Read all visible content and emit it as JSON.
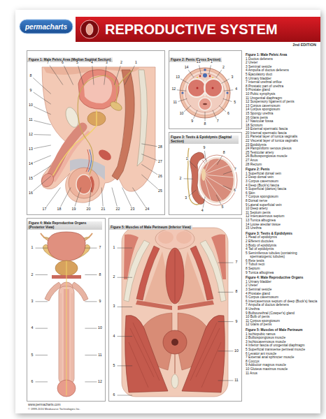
{
  "diagram": {
    "title": "REPRODUCTIVE SYSTEM",
    "nodes": [
      {
        "text": [
          "Figure 1: Male Pelvic Area (Median Sagittal Section)"
        ]
      },
      {
        "text": [
          "Figure 2: Penis (Cross Section)"
        ]
      },
      {
        "text": [
          "Figure 3: Testis & Epididymis (Sagittal Section)"
        ]
      },
      {
        "text": [
          "Figure 4: Male Reproductive Organs (Posterior View)"
        ]
      },
      {
        "text": [
          "Figure 5: Muscles of Male Perineum (Inferior View)"
        ]
      }
    ],
    "labels": [
      "permacharts",
      "2nd EDITION",
      "1",
      "2",
      "3",
      "4",
      "5",
      "6",
      "7",
      "8",
      "9",
      "10",
      "11",
      "12",
      "13",
      "14",
      "15",
      "16",
      "17",
      "18",
      "19",
      "20",
      "21",
      "22",
      "23",
      "24",
      "25",
      "26",
      "27",
      "28",
      "1",
      "2",
      "3",
      "4",
      "5",
      "6",
      "7",
      "8",
      "9",
      "10",
      "11",
      "12",
      "13",
      "14",
      "15",
      "1",
      "2",
      "3",
      "4",
      "5",
      "6",
      "7",
      "8",
      "9",
      "1",
      "2",
      "3",
      "4",
      "5",
      "6",
      "7",
      "8",
      "9",
      "10",
      "11",
      "12",
      "1",
      "2",
      "3",
      "4",
      "5",
      "6",
      "7",
      "8",
      "9",
      "10",
      "11",
      "Figure 1: Male Pelvic Area",
      "1 Ductus deferens",
      "2 Ureter",
      "3 Seminal vesicle",
      "4 Ampulla of ductus deferens",
      "5 Ejaculatory duct",
      "6 Urinary bladder",
      "7 Internal urethral orifice",
      "8 Prostatic part of urethra",
      "9 Prostate gland",
      "10 Pubic symphysis",
      "11 Urogenital diaphragm",
      "12 Suspensory ligament of penis",
      "13 Corpus cavernosum",
      "14 Corpus spongiosum",
      "15 Spongy urethra",
      "16 Glans penis",
      "17 Navicular fossa",
      "18 Scrotum",
      "19 External spermatic fascia",
      "20 Internal spermatic fascia",
      "21 Parietal layer of tunica vaginalis",
      "22 Visceral layer of tunica vaginalis",
      "23 Epididymis",
      "24 Pampiniform venous plexus",
      "25 Testicular artery",
      "26 Bulbospongiosus muscle",
      "27 Anus",
      "28 Rectum",
      "Figure 2: Penis",
      "1 Superficial dorsal vein",
      "2 Deep dorsal vein",
      "3 Corpus cavernosum",
      "4 Deep (Buck's) fascia",
      "5 Superficial (dartos) fascia",
      "6 Skin",
      "7 Corpus spongiosum",
      "8 Dorsal nerve",
      "9 Lateral superficial vein",
      "10 Deep artery",
      "11 Septum penis",
      "12 Intercavernous septum",
      "13 Tunica albuginea",
      "14 Loose areolar tissue",
      "15 Urethra",
      "Figure 3: Testis & Epididymis",
      "1 Head of epididymis",
      "2 Efferent ductules",
      "3 Body of epididymis",
      "4 Tail of epididymis",
      "5 Seminiferous tubules (containing spermatogenic tubules)",
      "6 Rete testis",
      "7 Tubuli recti",
      "8 Septum",
      "9 Tunica albuginea",
      "Figure 4: Male Reproductive Organs",
      "1 Urinary bladder",
      "2 Ureter",
      "3 Seminal vesicle",
      "4 Prostate gland",
      "5 Corpus cavernosum",
      "6 Intercavernous septum of deep (Buck's) fascia",
      "7 Ampulla of ductus deferens",
      "8 Urethra",
      "9 Bulbourethral (Cowper's) gland",
      "10 Bulb of penis",
      "11 Corpus spongiosum",
      "12 Glans of penis",
      "Figure 5: Muscles of Male Perineum",
      "1 Ischiopubic ramus",
      "2 Bulbospongiosus muscle",
      "3 Ischiocavernosus muscle",
      "4 Inferior fascia of urogenital diaphragm",
      "5 Superficial transverse perineal muscle",
      "6 Levator ani muscle",
      "7 External anal sphincter muscle",
      "8 Coccyx",
      "9 Adductor magnus muscle",
      "10 Gluteus maximus muscle",
      "11 Anus",
      "www.permacharts.com",
      "© 1999-2016 Mindsource Technologies Inc."
    ]
  }
}
